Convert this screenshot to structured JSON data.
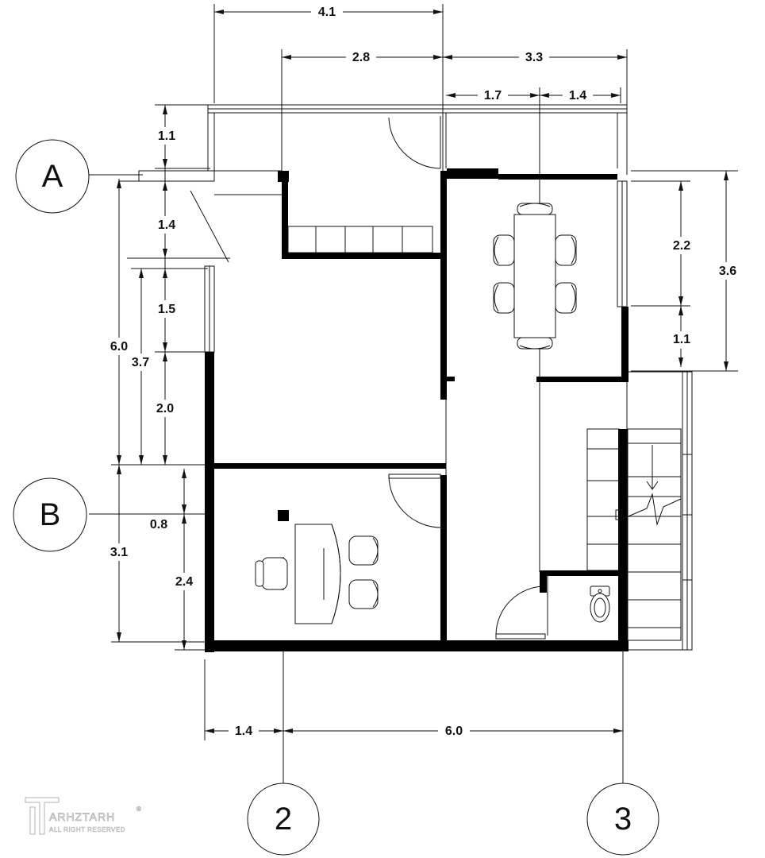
{
  "grid_bubbles": {
    "a": "A",
    "b": "B",
    "col2": "2",
    "col3": "3"
  },
  "dimensions": {
    "top_overall": "4.1",
    "top_inner": "2.8",
    "top_right": "3.3",
    "top_right_a": "1.7",
    "top_right_b": "1.4",
    "left_1_1": "1.1",
    "left_1_4": "1.4",
    "left_1_5": "1.5",
    "left_6_0": "6.0",
    "left_3_7": "3.7",
    "left_2_0": "2.0",
    "left_0_8": "0.8",
    "left_3_1": "3.1",
    "left_2_4": "2.4",
    "right_2_2": "2.2",
    "right_3_6": "3.6",
    "right_1_1": "1.1",
    "bottom_1_4": "1.4",
    "bottom_6_0": "6.0"
  },
  "logo": {
    "name": "ARHZTARH",
    "reg": "®",
    "sub": "ALL RIGHT RESERVED"
  }
}
